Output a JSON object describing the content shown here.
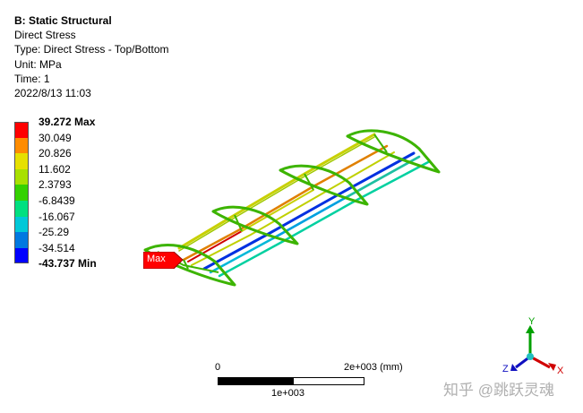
{
  "info": {
    "title": "B: Static Structural",
    "line1": "Direct Stress",
    "line2": "Type: Direct Stress - Top/Bottom",
    "line3": "Unit: MPa",
    "line4": "Time: 1",
    "line5": "2022/8/13 11:03"
  },
  "legend": {
    "max_label": "39.272 Max",
    "min_label": "-43.737 Min",
    "values": [
      "30.049",
      "20.826",
      "11.602",
      "2.3793",
      "-6.8439",
      "-16.067",
      "-25.29",
      "-34.514"
    ],
    "colors": [
      "#ff0000",
      "#ff8c00",
      "#e6e000",
      "#a8e000",
      "#34d100",
      "#00e080",
      "#00c8d8",
      "#0078e0",
      "#0000ff"
    ]
  },
  "model": {
    "max_probe_label": "Max"
  },
  "scale": {
    "left_label": "0",
    "right_label": "2e+003 (mm)",
    "bottom_label": "1e+003"
  },
  "triad": {
    "y_label": "Y",
    "z_label": "Z",
    "x_label": "X"
  },
  "watermark": "知乎 @跳跃灵魂"
}
